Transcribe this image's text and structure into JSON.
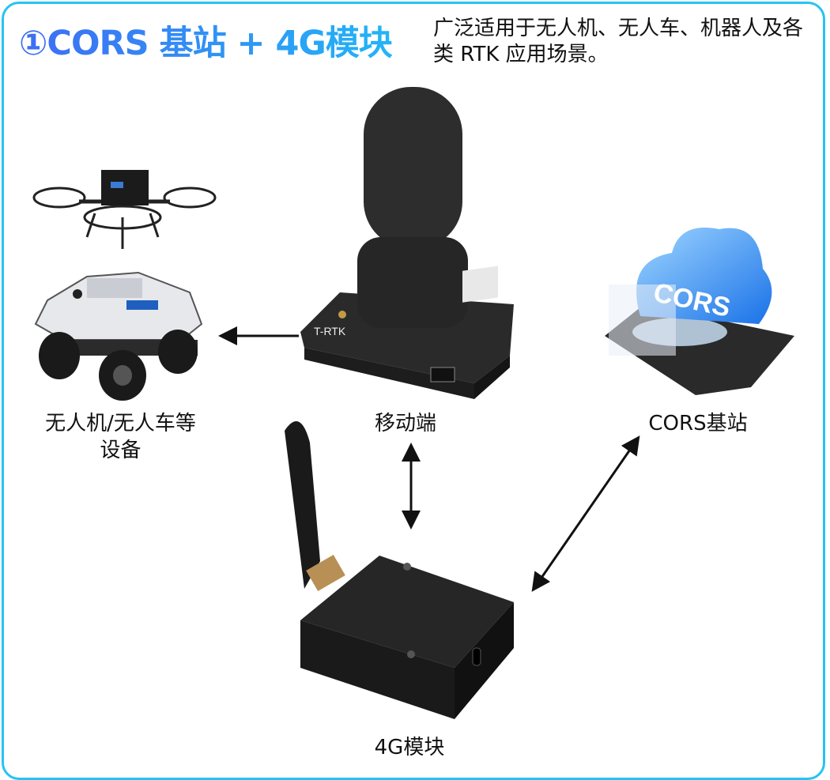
{
  "header": {
    "title": "①CORS 基站 + 4G模块",
    "subtitle": "广泛适用于无人机、无人车、机器人及各类 RTK 应用场景。"
  },
  "nodes": {
    "devices_label_line1": "无人机/无人车等",
    "devices_label_line2": "设备",
    "mobile_label": "移动端",
    "cors_label": "CORS基站",
    "module4g_label": "4G模块",
    "trtk_brand": "T-RTK",
    "cors_logo": "CORS"
  },
  "colors": {
    "accent": "#27c3f3",
    "title_start": "#3f6cf4",
    "title_end": "#22b5f6"
  }
}
